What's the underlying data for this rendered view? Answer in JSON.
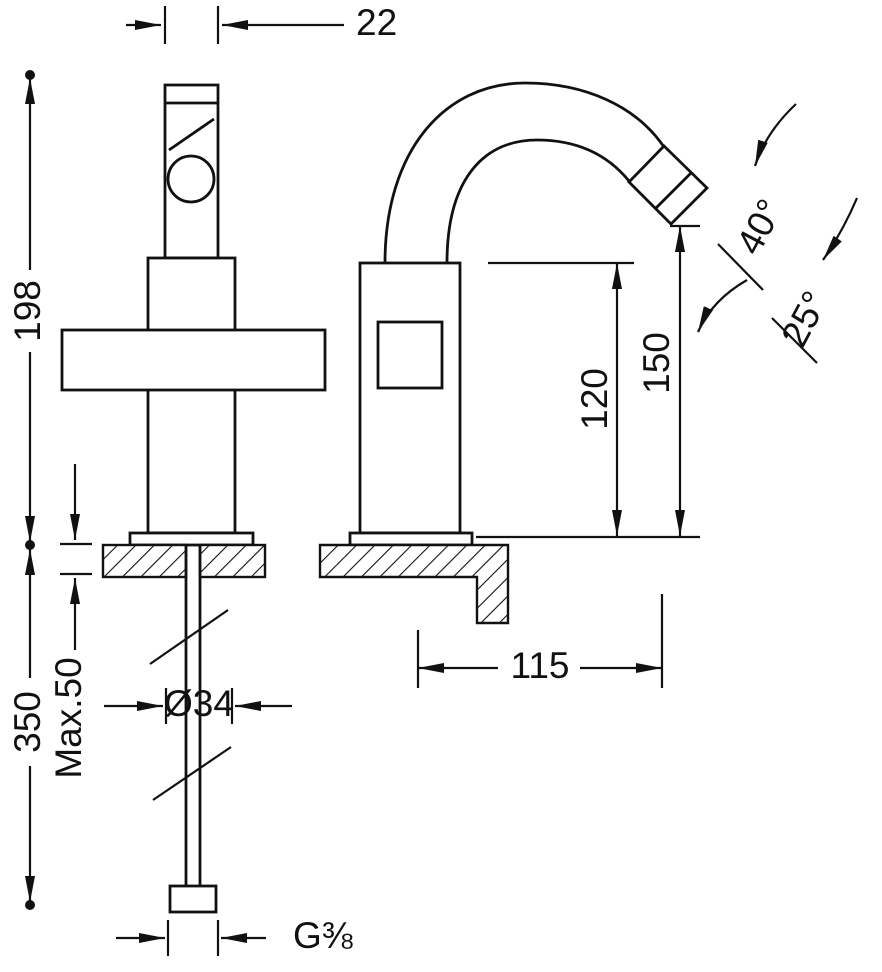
{
  "drawing": {
    "labels": {
      "dim_22": "22",
      "dim_198": "198",
      "dim_350": "350",
      "dim_max50": "Max.50",
      "dim_d34": "Ø34",
      "dim_g38": "G⅜",
      "dim_115": "115",
      "dim_120": "120",
      "dim_150": "150",
      "dim_40": "40°",
      "dim_25": "25°"
    },
    "colors": {
      "line": "#111111",
      "background": "#ffffff"
    }
  }
}
